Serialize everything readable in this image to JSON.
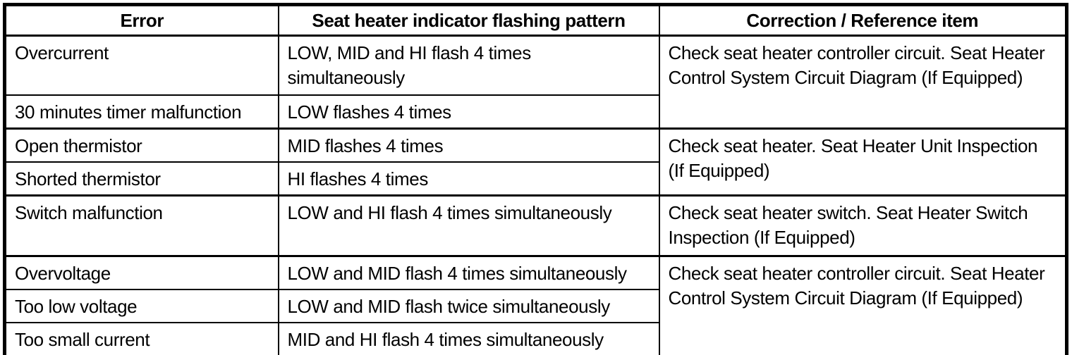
{
  "table": {
    "headers": [
      "Error",
      "Seat heater indicator flashing pattern",
      "Correction / Reference item"
    ],
    "rows": [
      {
        "error": "Overcurrent",
        "pattern": "LOW, MID and HI flash 4 times simultaneously"
      },
      {
        "error": "30 minutes timer malfunction",
        "pattern": "LOW flashes 4 times"
      },
      {
        "error": "Open thermistor",
        "pattern": "MID flashes 4 times"
      },
      {
        "error": "Shorted thermistor",
        "pattern": "HI flashes 4 times"
      },
      {
        "error": "Switch malfunction",
        "pattern": "LOW and HI flash 4 times simultaneously"
      },
      {
        "error": "Overvoltage",
        "pattern": "LOW and MID flash 4 times simultaneously"
      },
      {
        "error": "Too low voltage",
        "pattern": "LOW and MID flash twice simultaneously"
      },
      {
        "error": "Too small current",
        "pattern": "MID and HI flash 4 times simultaneously"
      }
    ],
    "corrections": [
      {
        "text": "Check seat heater controller circuit. Seat Heater Control System Circuit Diagram (If Equipped)"
      },
      {
        "text": "Check seat heater. Seat Heater Unit Inspection (If Equipped)"
      },
      {
        "text": "Check seat heater switch. Seat Heater Switch Inspection (If Equipped)"
      },
      {
        "text": "Check seat heater controller circuit. Seat Heater Control System Circuit Diagram (If Equipped)"
      }
    ],
    "colors": {
      "text": "#000000",
      "background": "#ffffff",
      "border": "#000000"
    }
  }
}
